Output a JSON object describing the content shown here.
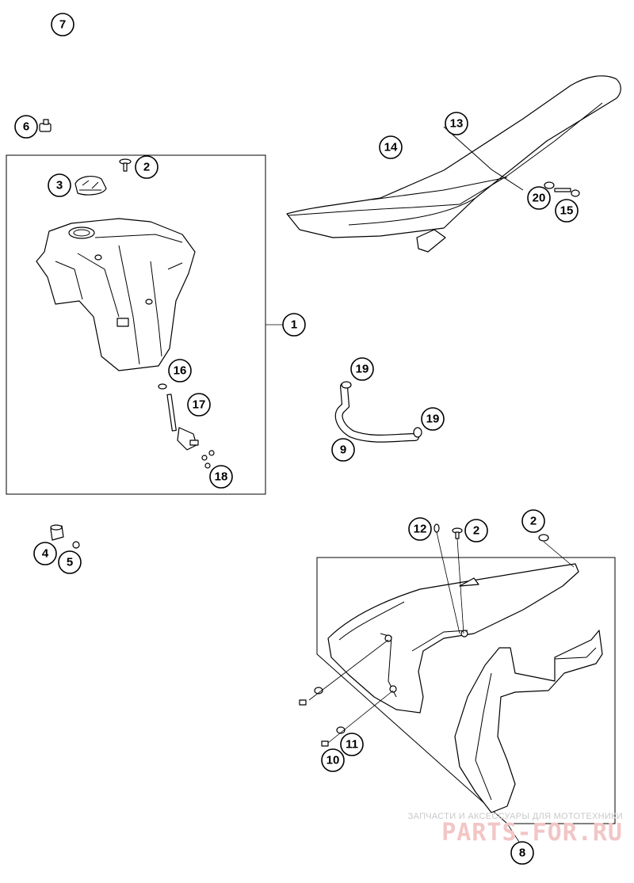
{
  "callouts": [
    {
      "id": "c7",
      "label": "7"
    },
    {
      "id": "c6",
      "label": "6"
    },
    {
      "id": "c2a",
      "label": "2"
    },
    {
      "id": "c3",
      "label": "3"
    },
    {
      "id": "c1",
      "label": "1"
    },
    {
      "id": "c16",
      "label": "16"
    },
    {
      "id": "c17",
      "label": "17"
    },
    {
      "id": "c18",
      "label": "18"
    },
    {
      "id": "c13",
      "label": "13"
    },
    {
      "id": "c14",
      "label": "14"
    },
    {
      "id": "c20",
      "label": "20"
    },
    {
      "id": "c15",
      "label": "15"
    },
    {
      "id": "c19a",
      "label": "19"
    },
    {
      "id": "c19b",
      "label": "19"
    },
    {
      "id": "c9",
      "label": "9"
    },
    {
      "id": "c4",
      "label": "4"
    },
    {
      "id": "c5",
      "label": "5"
    },
    {
      "id": "c12",
      "label": "12"
    },
    {
      "id": "c2b",
      "label": "2"
    },
    {
      "id": "c2c",
      "label": "2"
    },
    {
      "id": "c11",
      "label": "11"
    },
    {
      "id": "c10",
      "label": "10"
    },
    {
      "id": "c8",
      "label": "8"
    }
  ],
  "watermark": {
    "caption": "ЗАПЧАСТИ И АКСЕССУАРЫ ДЛЯ МОТОТЕХНИКИ",
    "brand": "PARTS-FOR.RU"
  },
  "colors": {
    "line": "#000000",
    "background": "#ffffff",
    "watermark_brand": "#f2c6c6",
    "watermark_caption": "#c9c9c9"
  }
}
